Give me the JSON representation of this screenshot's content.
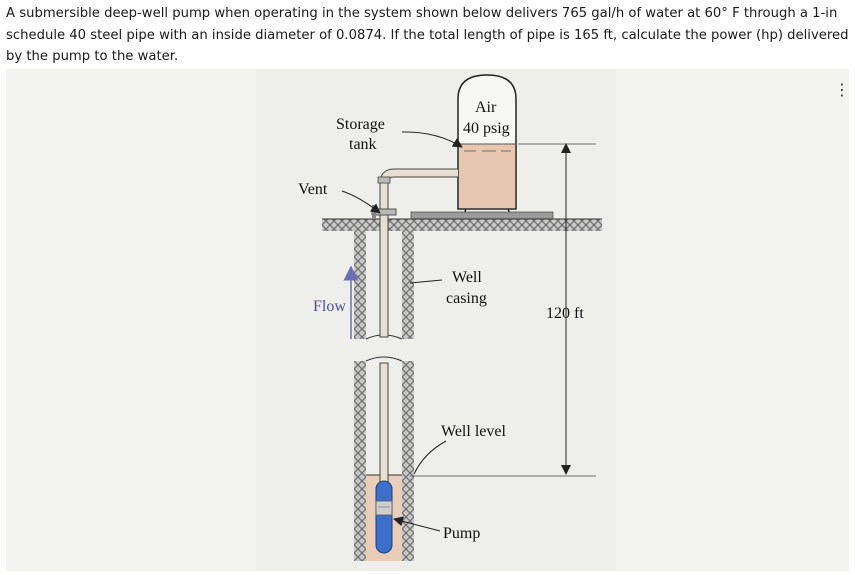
{
  "question": {
    "text": "A submersible deep-well pump when operating in the system shown below delivers 765 gal/h of water at 60° F through a 1-in schedule 40 steel pipe with an inside diameter of 0.0874. If the total length of pipe is 165 ft, calculate the power (hp) delivered by the pump to the water."
  },
  "figure": {
    "labels": {
      "air": "Air",
      "pressure": "40 psig",
      "storage": "Storage",
      "tank": "tank",
      "vent": "Vent",
      "flow": "Flow",
      "well": "Well",
      "casing": "casing",
      "height": "120 ft",
      "well_level": "Well level",
      "pump": "Pump"
    },
    "more_icon": "ellipsis-icon",
    "colors": {
      "background": "#f3f3f0",
      "water": "#e8c7b0",
      "pump": "#3b6fc9",
      "arrow": "#6a6fb8"
    }
  }
}
